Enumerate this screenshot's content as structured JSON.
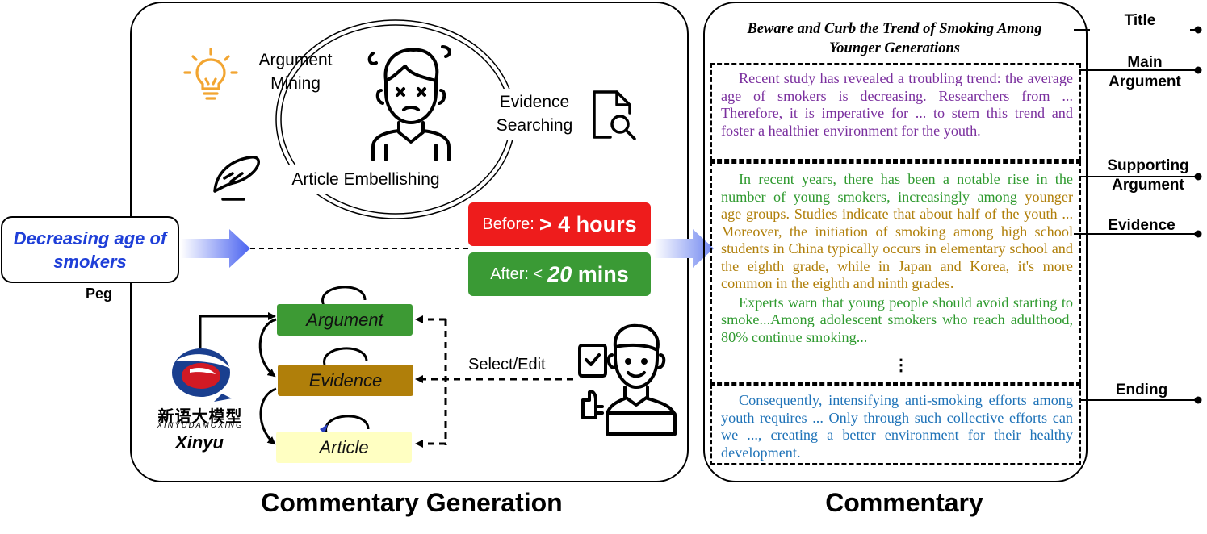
{
  "peg": {
    "text": "Decreasing age of smokers",
    "label": "Peg"
  },
  "generation": {
    "skills": {
      "argument_mining": "Argument Mining",
      "evidence_searching": "Evidence Searching",
      "article_embellishing": "Article Embellishing"
    },
    "before": {
      "prefix": "Before:",
      "value": "> 4 hours"
    },
    "after": {
      "prefix": "After: <",
      "number": "20",
      "unit": "mins"
    },
    "nodes": {
      "argument": "Argument",
      "evidence": "Evidence",
      "article": "Article"
    },
    "select_edit": "Select/Edit",
    "model": {
      "chinese": "新语大模型",
      "pinyin": "XINYUDAMOXING",
      "name": "Xinyu"
    },
    "colors": {
      "argument": "#3d9a34",
      "evidence": "#b07f0a",
      "article": "#ffffc2",
      "before": "#ee1c1c",
      "after": "#3a9a35"
    }
  },
  "commentary": {
    "title": "Beware and Curb the Trend of Smoking Among Younger Generations",
    "main_argument": "Recent study has revealed a troubling trend: the average age of smokers is decreasing. Researchers from ... Therefore, it is imperative for ... to stem this trend and foster a healthier environment for the youth.",
    "supporting_1": "In recent years, there has been a notable rise in the number of young smokers, increasingly among",
    "evidence_1": "younger age groups. Studies indicate that about half of the youth ... Moreover, the initiation of smoking among high school students in China typically occurs in elementary school and the eighth grade, while in Japan and Korea, it's more common in the eighth and ninth grades.",
    "supporting_2": "Experts warn that young people should avoid starting to smoke...Among adolescent smokers who reach adulthood, 80% continue smoking...",
    "ellipsis": "⋮",
    "ending": "Consequently, intensifying anti-smoking efforts among youth requires ... Only through such collective efforts can we ..., creating a better environment for their healthy development.",
    "colors": {
      "main": "#7a2f9e",
      "supporting": "#2f9a2f",
      "evidence": "#b07f0a",
      "ending": "#1f73b8"
    }
  },
  "labels": {
    "title": "Title",
    "main_argument": "Main Argument",
    "supporting_argument": "Supporting Argument",
    "evidence": "Evidence",
    "ending": "Ending"
  },
  "captions": {
    "left": "Commentary Generation",
    "right": "Commentary"
  }
}
